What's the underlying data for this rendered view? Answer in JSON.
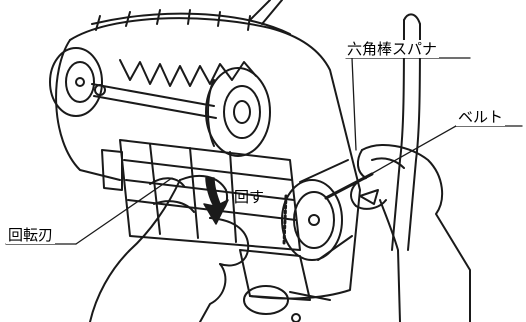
{
  "labels": {
    "hex_wrench": "六角棒スパナ",
    "belt": "ベルト",
    "rotary_blade": "回転刃",
    "rotate": "回す"
  }
}
